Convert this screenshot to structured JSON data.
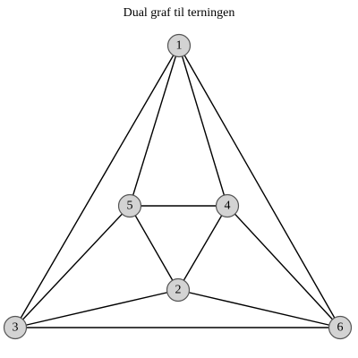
{
  "title": "Dual graf til terningen",
  "colors": {
    "node_fill": "#d3d3d3",
    "node_stroke": "#555555",
    "edge": "#000000"
  },
  "graph": {
    "nodes": [
      {
        "id": "1",
        "label": "1"
      },
      {
        "id": "2",
        "label": "2"
      },
      {
        "id": "3",
        "label": "3"
      },
      {
        "id": "4",
        "label": "4"
      },
      {
        "id": "5",
        "label": "5"
      },
      {
        "id": "6",
        "label": "6"
      }
    ],
    "edges": [
      [
        "1",
        "3"
      ],
      [
        "1",
        "6"
      ],
      [
        "1",
        "5"
      ],
      [
        "1",
        "4"
      ],
      [
        "3",
        "6"
      ],
      [
        "3",
        "5"
      ],
      [
        "3",
        "2"
      ],
      [
        "6",
        "4"
      ],
      [
        "6",
        "2"
      ],
      [
        "5",
        "4"
      ],
      [
        "5",
        "2"
      ],
      [
        "4",
        "2"
      ]
    ]
  }
}
